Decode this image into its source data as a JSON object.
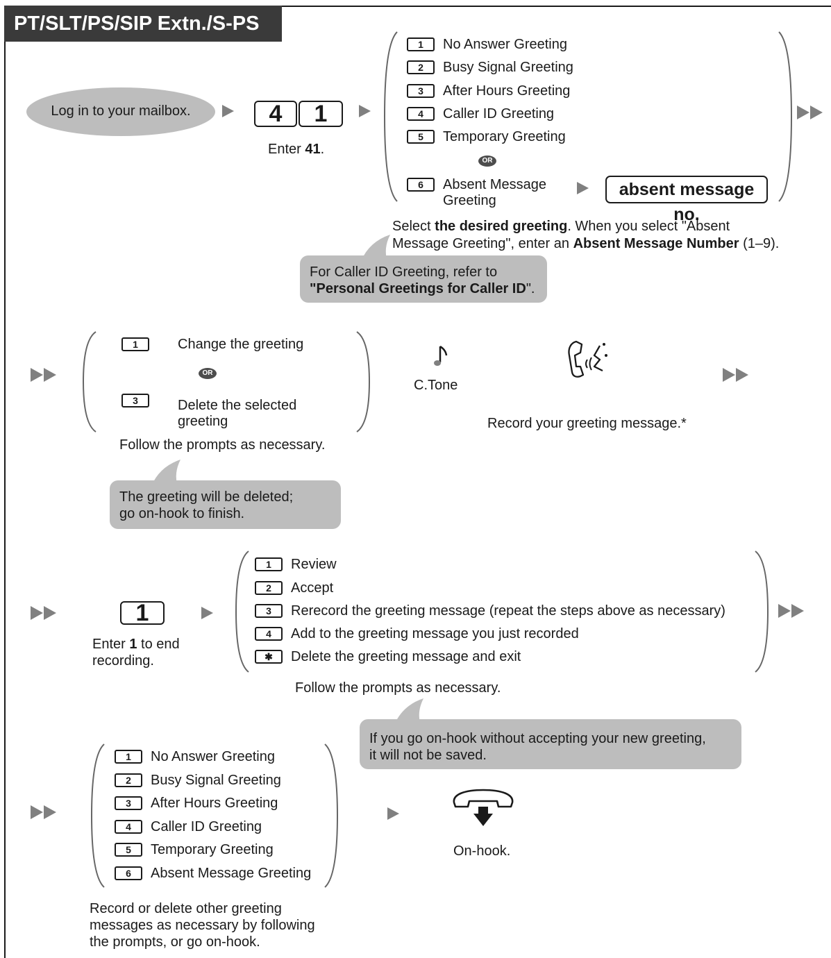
{
  "title": "PT/SLT/PS/SIP Extn./S-PS",
  "step1": {
    "login": "Log in to your mailbox.",
    "keys": [
      "4",
      "1"
    ],
    "enter_prefix": "Enter ",
    "enter_code": "41",
    "enter_suffix": "."
  },
  "greeting_menu": {
    "items": [
      {
        "key": "1",
        "label": "No Answer Greeting"
      },
      {
        "key": "2",
        "label": "Busy Signal Greeting"
      },
      {
        "key": "3",
        "label": "After Hours Greeting"
      },
      {
        "key": "4",
        "label": "Caller ID Greeting"
      },
      {
        "key": "5",
        "label": "Temporary Greeting"
      }
    ],
    "or": "OR",
    "absent_key": "6",
    "absent_label_line1": "Absent Message",
    "absent_label_line2": "Greeting",
    "absent_input": "absent message no.",
    "select_a": "Select ",
    "select_b": "the desired greeting",
    "select_c": ". When you select \"Absent",
    "select_d": "Message Greeting\", enter an ",
    "select_e": "Absent Message Number",
    "select_f": " (1–9).",
    "note_line1": "For Caller ID Greeting, refer to",
    "note_q1": "\"",
    "note_link": "Personal Greetings for Caller ID",
    "note_q2": "\"."
  },
  "step2": {
    "key1": "1",
    "label1": "Change the greeting",
    "or": "OR",
    "key3": "3",
    "label3_line1": "Delete the selected",
    "label3_line2": "greeting",
    "caption": "Follow the prompts as necessary.",
    "ctone": "C.Tone",
    "record_caption": "Record your greeting message.*",
    "delete_note_line1": "The greeting will be deleted;",
    "delete_note_line2": "go on-hook to finish."
  },
  "step3": {
    "key": "1",
    "enter_prefix": "Enter ",
    "enter_code": "1",
    "enter_suffix": " to end",
    "enter_line2": "recording.",
    "options": [
      {
        "key": "1",
        "label": "Review"
      },
      {
        "key": "2",
        "label": "Accept"
      },
      {
        "key": "3",
        "label": "Rerecord the greeting message (repeat the steps above as necessary)"
      },
      {
        "key": "4",
        "label": "Add to the greeting message you just recorded"
      },
      {
        "key": "✱",
        "label": "Delete the greeting message and exit"
      }
    ],
    "caption": "Follow the prompts as necessary.",
    "note_line1": "If you go on-hook without accepting your new greeting,",
    "note_line2": "it will not be saved."
  },
  "step4": {
    "items": [
      {
        "key": "1",
        "label": "No Answer Greeting"
      },
      {
        "key": "2",
        "label": "Busy Signal Greeting"
      },
      {
        "key": "3",
        "label": "After Hours Greeting"
      },
      {
        "key": "4",
        "label": "Caller ID Greeting"
      },
      {
        "key": "5",
        "label": "Temporary Greeting"
      },
      {
        "key": "6",
        "label": "Absent Message Greeting"
      }
    ],
    "caption_line1": "Record or delete other greeting",
    "caption_line2": "messages as necessary by following",
    "caption_line3": "the prompts, or go on-hook.",
    "onhook": "On-hook."
  },
  "icons": [
    "arrow-icon",
    "double-arrow-icon",
    "or-icon",
    "music-note-icon",
    "speaking-handset-icon",
    "on-hook-handset-icon"
  ],
  "colors": {
    "gray_fill": "#bdbdbd",
    "arrow": "#808080",
    "title_bg": "#3a3a3a",
    "or_badge": "#4d4d4d"
  }
}
